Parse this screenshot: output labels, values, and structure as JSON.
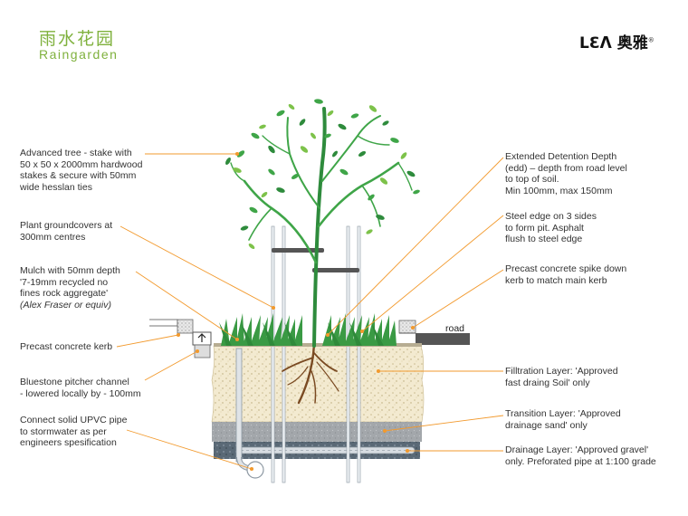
{
  "header": {
    "title_cn": "雨水花园",
    "title_en": "Raingarden",
    "logo_text": "LꜪᐱ 奥雅",
    "logo_mark": "®"
  },
  "labels_left": {
    "tree": "Advanced tree - stake with\n50 x 50 x 2000mm hardwood\nstakes & secure  with 50mm\nwide hesslan ties",
    "groundcovers": "Plant groundcovers at\n300mm centres",
    "mulch": "Mulch with 50mm depth\n'7-19mm recycled no\nfines rock aggregate'",
    "mulch_note": "(Alex Fraser or equiv)",
    "kerb": "Precast concrete kerb",
    "pitcher": "Bluestone pitcher channel\n- lowered locally by - 100mm",
    "upvc": "Connect solid UPVC pipe\nto stormwater as per\nengineers spesification"
  },
  "labels_right": {
    "edd": "Extended Detention Depth\n(edd) – depth from road level\nto top of soil.\nMin 100mm, max 150mm",
    "steel": "Steel edge on 3 sides\nto form pit. Asphalt\nflush to steel edge",
    "spike": "Precast concrete spike down\nkerb to match main kerb",
    "filtration": "Filltration Layer: 'Approved\nfast draing Soil' only",
    "transition": "Transition Layer: 'Approved\ndrainage sand' only",
    "drainage": "Drainage Layer: 'Approved gravel'\nonly. Preforated pipe at 1:100 grade"
  },
  "road_label": "road",
  "colors": {
    "brand_green": "#7fb13d",
    "leader_orange": "#f29a2e",
    "soil": "#f1e8c8",
    "sand": "#9ea3a8",
    "gravel": "#5c6b78",
    "leaf": "#3fa548",
    "road": "#555555"
  }
}
